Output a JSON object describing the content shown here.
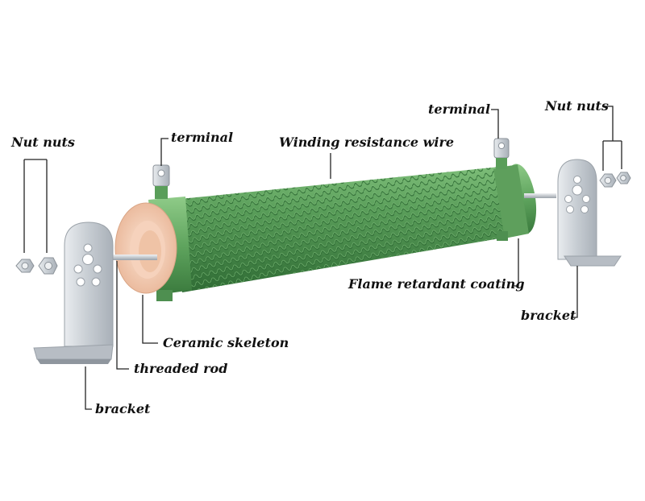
{
  "labels": {
    "nut_nuts_left": "Nut nuts",
    "terminal_left": "terminal",
    "winding_wire": "Winding resistance wire",
    "terminal_right": "terminal",
    "nut_nuts_right": "Nut nuts",
    "flame_coating": "Flame retardant coating",
    "bracket_right": "bracket",
    "ceramic_skeleton": "Ceramic skeleton",
    "threaded_rod": "threaded rod",
    "bracket_left": "bracket"
  },
  "colors": {
    "coating_green": "#5a9e5a",
    "coil_green": "#3f7f3f",
    "ceramic": "#f2c8ad",
    "metal": "#c9ced4",
    "leader": "#222222"
  }
}
